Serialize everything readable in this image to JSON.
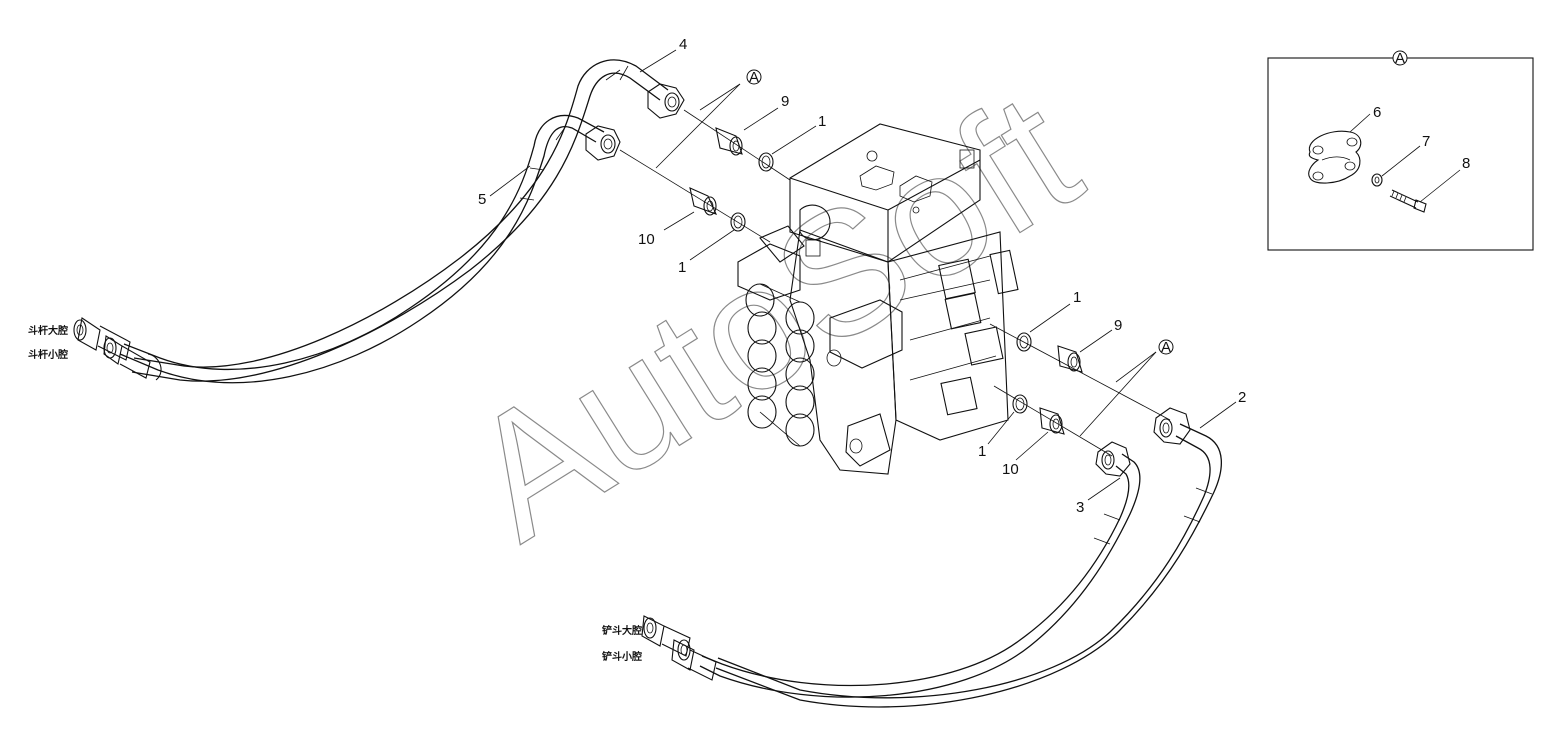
{
  "watermark": "AutoSoft",
  "corner_mark": "",
  "detail": {
    "label": "A"
  },
  "labels": {
    "arm_big": "斗杆大腔",
    "arm_small": "斗杆小腔",
    "bucket_big": "铲斗大腔",
    "bucket_small": "铲斗小腔"
  },
  "callouts": {
    "c4": "4",
    "c5": "5",
    "cA1": "A",
    "c9a": "9",
    "c1a": "1",
    "c10a": "10",
    "c1b": "1",
    "c1c": "1",
    "c9b": "9",
    "cA2": "A",
    "c1d": "1",
    "c10b": "10",
    "c2": "2",
    "c3": "3",
    "c6": "6",
    "c7": "7",
    "c8": "8"
  },
  "colors": {
    "line": "#111111",
    "watermark": "#8a8a8a",
    "background": "#ffffff"
  }
}
